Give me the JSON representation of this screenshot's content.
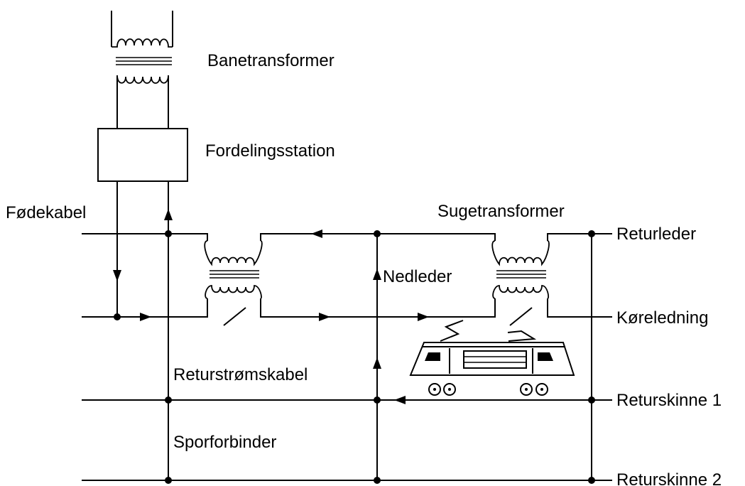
{
  "labels": {
    "banetransformer": "Banetransformer",
    "fordelingsstation": "Fordelingsstation",
    "fodekabel": "Fødekabel",
    "sugetransformer": "Sugetransformer",
    "returleder": "Returleder",
    "nedleder": "Nedleder",
    "koreledning": "Køreledning",
    "returstromskabel": "Returstrømskabel",
    "returskinne1": "Returskinne 1",
    "sporforbinder": "Sporforbinder",
    "returskinne2": "Returskinne 2"
  }
}
